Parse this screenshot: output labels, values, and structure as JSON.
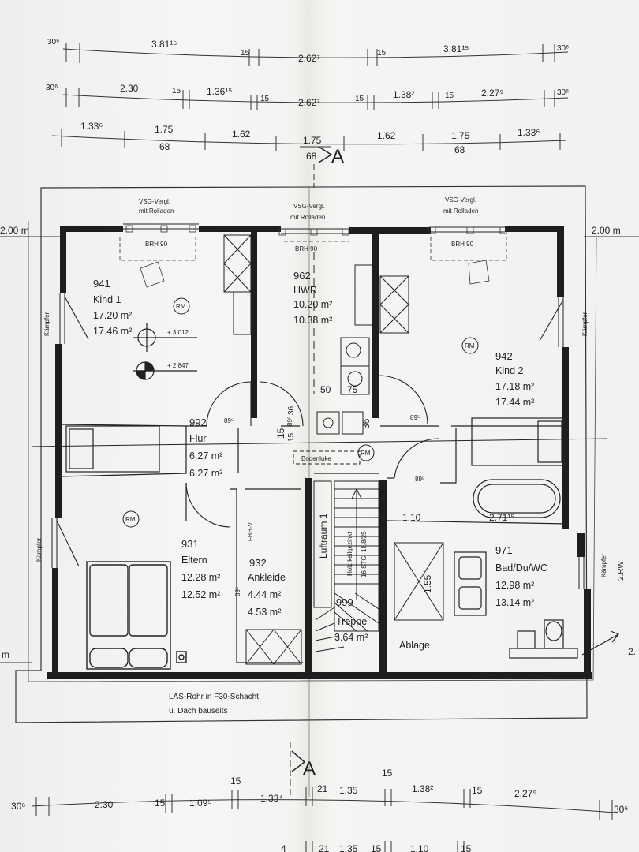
{
  "dim_rows": {
    "row1": [
      "30⁶",
      "3.81¹⁵",
      "15",
      "2.62⁷",
      "15",
      "3.81¹⁵",
      "30⁶"
    ],
    "row2": [
      "30⁶",
      "2.30",
      "15",
      "1.36¹⁵",
      "15",
      "2.62⁷",
      "15",
      "1.38²",
      "15",
      "2.27⁹",
      "30⁶"
    ],
    "row3": [
      "1.33⁶",
      "1.75",
      "68",
      "1.62",
      "1.75",
      "68",
      "1.62",
      "1.75",
      "68",
      "1.33⁶"
    ],
    "bottom": [
      "30⁶",
      "2.30",
      "15",
      "1.09⁵",
      "15",
      "1.33⁴",
      "21",
      "1.35",
      "15",
      "1.38²",
      "15",
      "2.27⁹",
      "30⁶"
    ],
    "bottom2": [
      "4",
      "21",
      "1.35",
      "15",
      "1.10",
      "15"
    ]
  },
  "section_marks": {
    "top": "A",
    "bottom": "A"
  },
  "side_labels": {
    "left_level": "2.00 m",
    "right_level": "2.00 m",
    "left_cut": "m",
    "right_cut": "2.",
    "right_edge": "2.RW",
    "kaempfer": "Kämpfer"
  },
  "windows": {
    "left": {
      "line1": "VSG-Vergl.",
      "line2": "mit Rolladen",
      "brh": "BRH 90"
    },
    "center": {
      "line1": "VSG-Vergl.",
      "line2": "mit Rolladen",
      "brh": "BRH 90"
    },
    "right": {
      "line1": "VSG-Vergl.",
      "line2": "mit Rolladen",
      "brh": "BRH 90"
    }
  },
  "rooms": {
    "kind1": {
      "no": "941",
      "name": "Kind 1",
      "a1": "17.20 m²",
      "a2": "17.46 m²"
    },
    "hwr": {
      "no": "962",
      "name": "HWR",
      "a1": "10.20 m²",
      "a2": "10.38 m²"
    },
    "kind2": {
      "no": "942",
      "name": "Kind 2",
      "a1": "17.18 m²",
      "a2": "17.44 m²"
    },
    "flur": {
      "no": "992",
      "name": "Flur",
      "a1": "6.27 m²",
      "a2": "6.27 m²"
    },
    "eltern": {
      "no": "931",
      "name": "Eltern",
      "a1": "12.28 m²",
      "a2": "12.52 m²"
    },
    "ankleide": {
      "no": "932",
      "name": "Ankleide",
      "a1": "4.44 m²",
      "a2": "4.53 m²"
    },
    "treppe": {
      "no": "999",
      "name": "Treppe",
      "a1": "3.64 m²"
    },
    "bad": {
      "no": "971",
      "name": "Bad/Du/WC",
      "a1": "12.98 m²",
      "a2": "13.14 m²"
    }
  },
  "labels": {
    "rm": "RM",
    "level1": "+ 3,012",
    "level2": "+ 2,847",
    "door1": "89⁵",
    "door2": "89⁵",
    "door3": "89⁵",
    "door4": "89⁵",
    "door5": "89⁵",
    "shaft_w1": "50",
    "shaft_w2": "75",
    "shaft_h1": "36",
    "shaft_h2": "36",
    "shaft_15": "15",
    "shaft_15b": "15",
    "bodenluke": "Bodenluke",
    "fbh": "FBH-V",
    "luftraum": "Luftraum 1",
    "stair1": "Holz keilgezinkt",
    "stair2": "16 STG. 18,8/25",
    "ablage": "Ablage",
    "bad_w": "1.10",
    "bad_tub": "2.71¹⁵",
    "shower_h": "1.55",
    "las1": "LAS-Rohr in F30-Schacht,",
    "las2": "ü. Dach bauseits"
  }
}
